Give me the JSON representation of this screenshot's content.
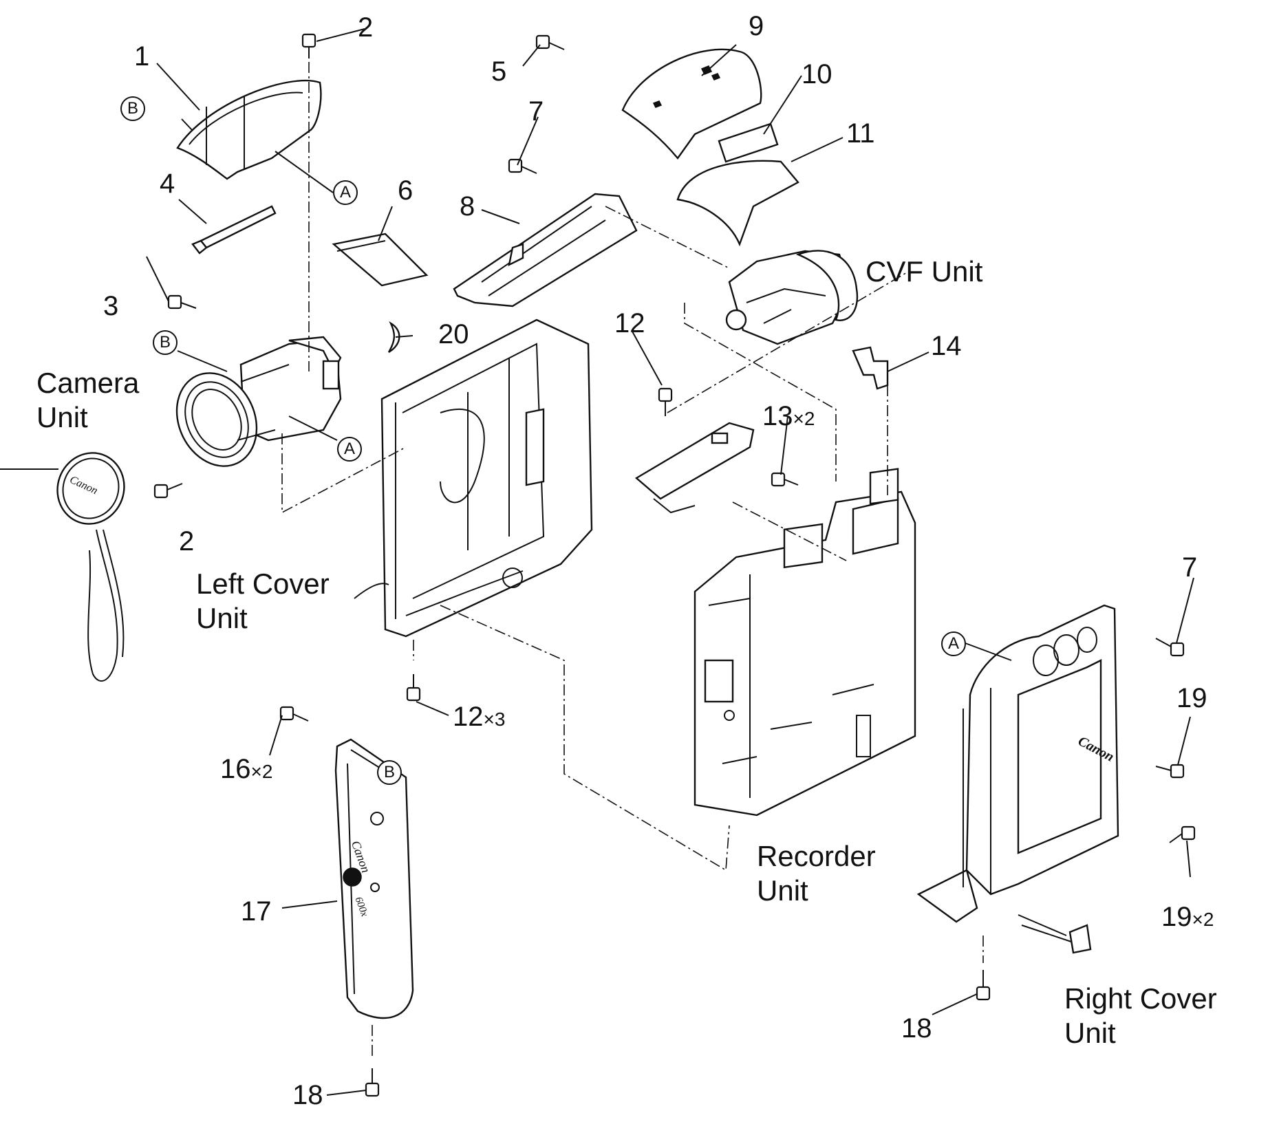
{
  "callouts": {
    "c1": "1",
    "c2a": "2",
    "c2b": "2",
    "c3": "3",
    "c4": "4",
    "c5": "5",
    "c6": "6",
    "c7a": "7",
    "c7b": "7",
    "c8": "8",
    "c9": "9",
    "c10": "10",
    "c11": "11",
    "c12a": "12",
    "c12b": "12",
    "c12b_mult": "×3",
    "c13": "13",
    "c13_mult": "×2",
    "c14": "14",
    "c16": "16",
    "c16_mult": "×2",
    "c17": "17",
    "c18a": "18",
    "c18b": "18",
    "c19a": "19",
    "c19b": "19",
    "c19b_mult": "×2",
    "c20": "20"
  },
  "unit_labels": {
    "camera_line1": "Camera",
    "camera_line2": "Unit",
    "left_cover_line1": "Left Cover",
    "left_cover_line2": "Unit",
    "recorder_line1": "Recorder",
    "recorder_line2": "Unit",
    "right_cover_line1": "Right Cover",
    "right_cover_line2": "Unit",
    "cvf": "CVF Unit"
  },
  "reference_marks": {
    "a": "A",
    "b": "B"
  },
  "brand_text": "Canon",
  "model_text": "600x"
}
